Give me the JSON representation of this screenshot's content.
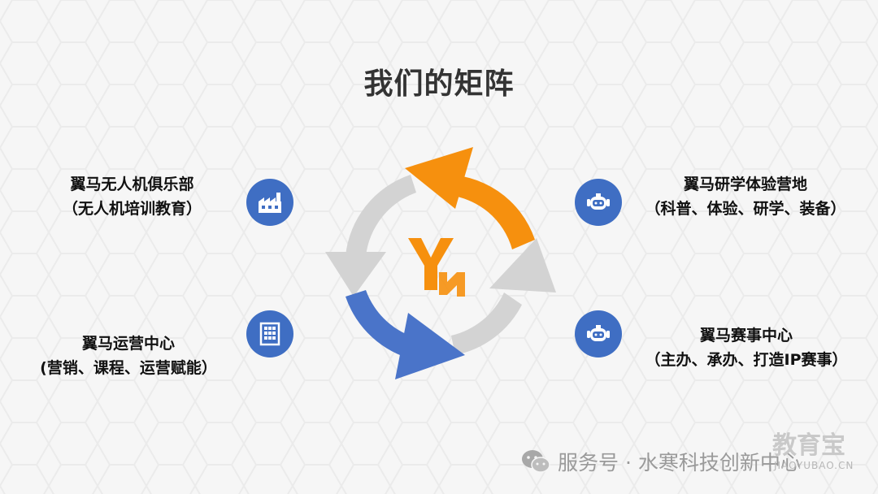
{
  "title": "我们的矩阵",
  "colors": {
    "orange": "#f6900e",
    "blue": "#4a74c9",
    "gray": "#d3d3d3",
    "badge": "#3f6ec3"
  },
  "items": [
    {
      "line1": "翼马无人机俱乐部",
      "line2": "（无人机培训教育）",
      "icon": "factory-icon"
    },
    {
      "line1": "翼马运营中心",
      "line2": "(营销、课程、运营赋能）",
      "icon": "building-icon"
    },
    {
      "line1": "翼马研学体验营地",
      "line2": "（科普、体验、研学、装备）",
      "icon": "robot-icon"
    },
    {
      "line1": "翼马赛事中心",
      "line2": "（主办、承办、打造IP赛事）",
      "icon": "robot-icon"
    }
  ],
  "center_logo": "ym-logo",
  "watermark": {
    "text": "服务号 · 水寒科技创新中心",
    "brand": "教育宝",
    "brand_sub": "JIAOYUBAO.CN",
    "icon": "wechat-icon"
  }
}
